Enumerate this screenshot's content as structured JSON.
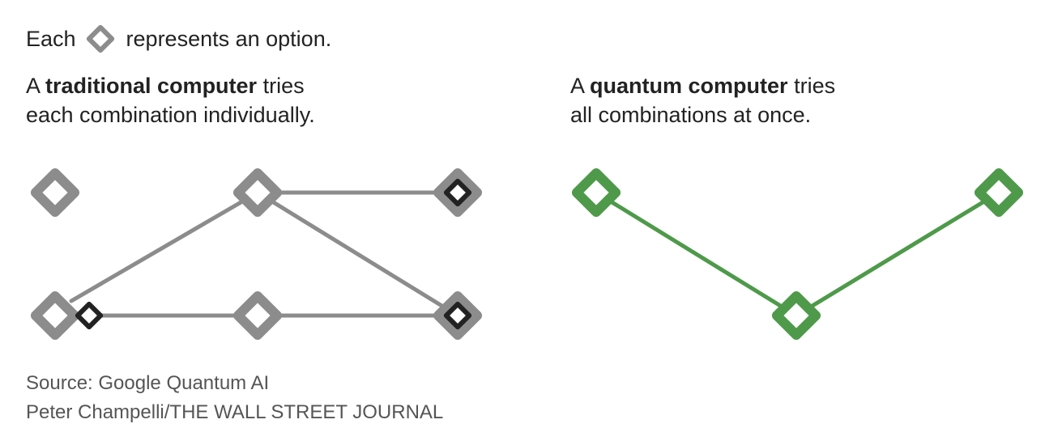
{
  "legend": {
    "prefix": "Each",
    "icon": "diamond-icon",
    "suffix": "represents an option."
  },
  "traditional": {
    "lead": "A",
    "bold": "traditional computer",
    "rest": "tries",
    "line2": "each combination individually."
  },
  "quantum": {
    "lead": "A",
    "bold": "quantum computer",
    "rest": "tries",
    "line2": "all combinations at once."
  },
  "credits": {
    "source": "Source: Google Quantum AI",
    "byline": "Peter Champelli/THE WALL STREET JOURNAL"
  },
  "colors": {
    "gray": "#8c8c8c",
    "dark": "#222222",
    "green": "#4e9a4a",
    "text": "#222222",
    "muted": "#555555"
  }
}
